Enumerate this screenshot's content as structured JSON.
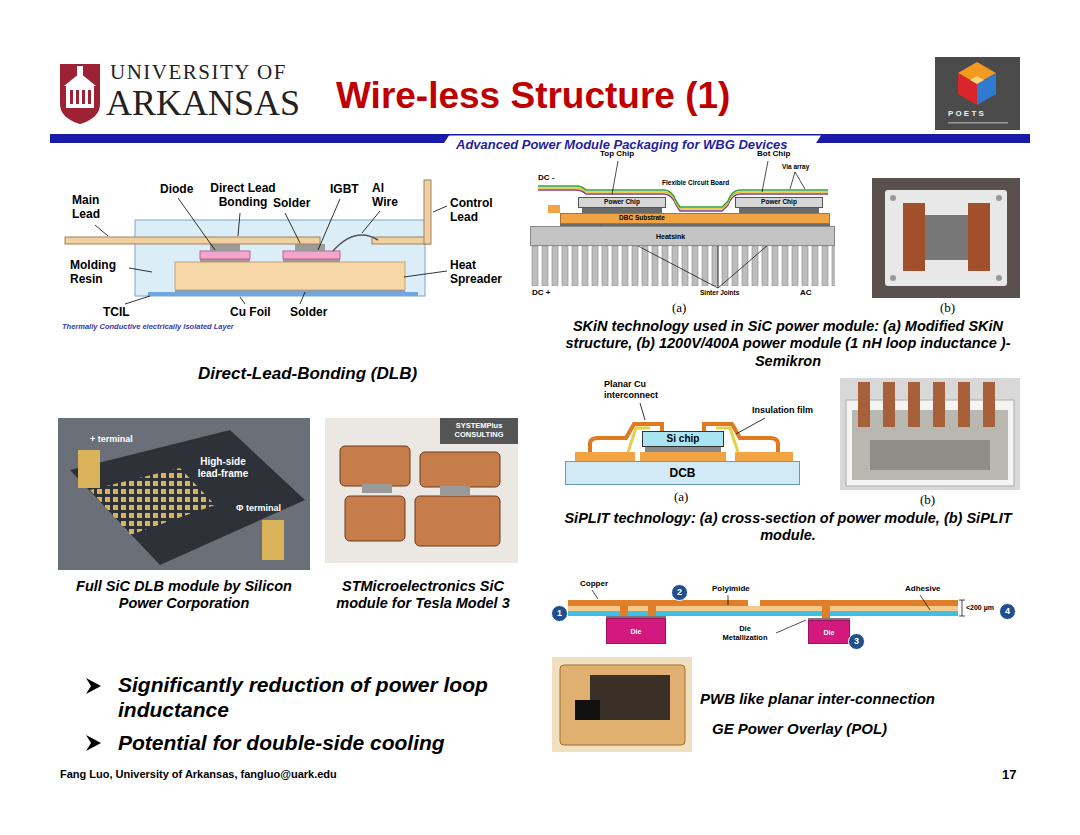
{
  "diagram": {
    "title": "Wire-less Structure (1)",
    "nodes": [
      {
        "text": [
          "Power Chip"
        ]
      },
      {
        "text": [
          "Power Chip"
        ]
      },
      {
        "text": [
          "DBC Substrate"
        ]
      },
      {
        "text": [
          "Heatsink"
        ]
      },
      {
        "text": [
          "Si chip"
        ]
      },
      {
        "text": [
          "DCB"
        ]
      },
      {
        "text": [
          "1"
        ]
      },
      {
        "text": [
          "Die"
        ]
      },
      {
        "text": [
          "2"
        ]
      },
      {
        "text": [
          "Die"
        ]
      },
      {
        "text": [
          "3"
        ]
      },
      {
        "text": [
          "4"
        ]
      }
    ],
    "labels": [
      "UNIVERSITY OF",
      "ARKANSAS",
      "Advanced Power Module Packaging for WBG Devices",
      "P O E T S",
      "Main Lead",
      "Diode",
      "Direct Lead Bonding",
      "Solder",
      "IGBT",
      "Al Wire",
      "Control Lead",
      "Molding Resin",
      "Heat Spreader",
      "TCIL",
      "Cu Foil",
      "Solder",
      "Thermally Conductive electrically Isolated Layer",
      "Direct-Lead-Bonding (DLB)",
      "Top Chip",
      "Bot Chip",
      "Via array",
      "DC -",
      "Flexible Circuit Board",
      "DC +",
      "Sinter Joints",
      "AC",
      "(a)",
      "(b)",
      "SKiN technology used in SiC power module: (a) Modified SKiN structure, (b) 1200V/400A power module (1 nH loop inductance )- Semikron",
      "Planar Cu interconnect",
      "Insulation film",
      "(a)",
      "(b)",
      "SiPLIT technology: (a) cross-section of power module, (b) SiPLIT module.",
      "+ terminal",
      "High-side lead-frame",
      "Φ terminal",
      "SYSTEMPlus CONSULTING",
      "Full SiC DLB module by Silicon Power Corporation",
      "STMicroelectronics SiC module for Tesla Model 3",
      "Copper",
      "Polyimide",
      "Adhesive",
      "<200 µm",
      "Die Metallization",
      "PWB like planar inter-connection",
      "GE Power Overlay (POL)",
      "Significantly reduction of power loop inductance",
      "Potential for double-side cooling",
      "Fang Luo, University of Arkansas, fangluo@uark.edu",
      "17"
    ]
  }
}
